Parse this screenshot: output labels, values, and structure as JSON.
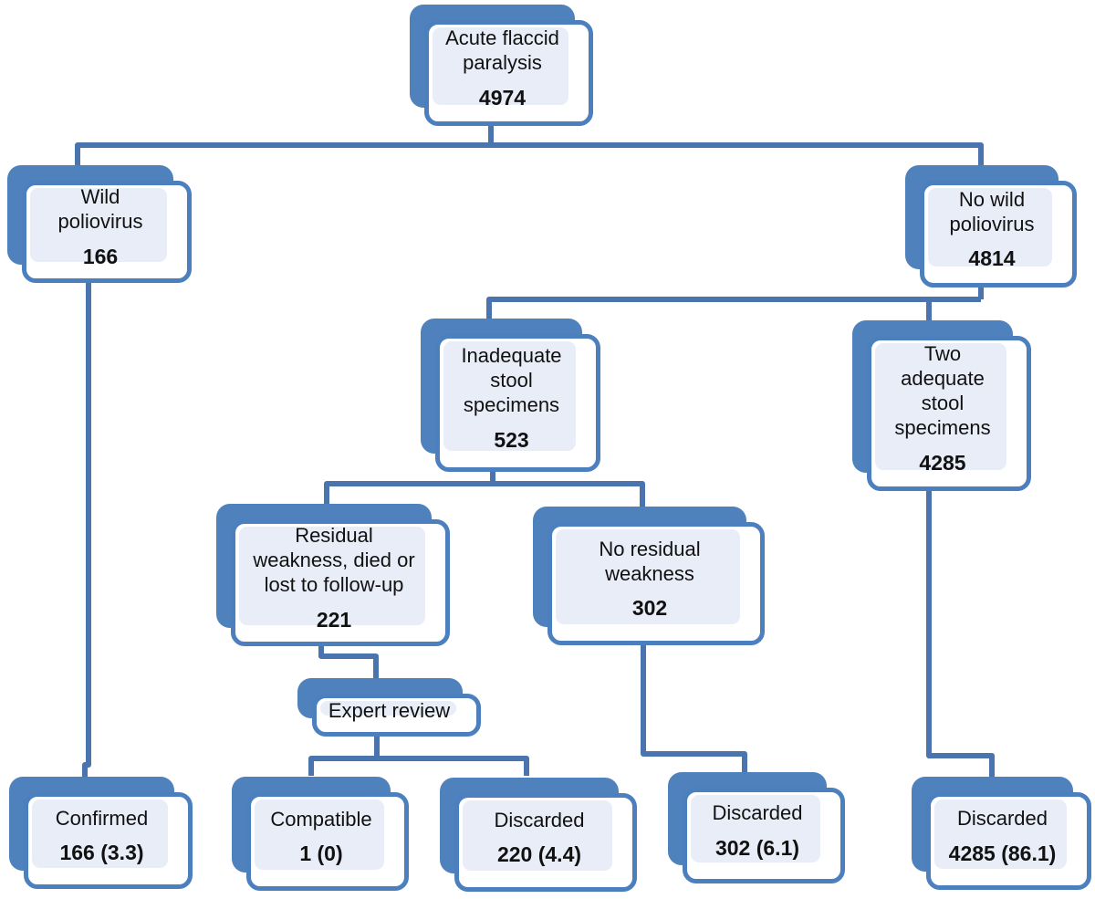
{
  "diagram": {
    "title": "Acute flaccid paralysis case classification flowchart",
    "colors": {
      "shadow": "#4f81bd",
      "border": "#4c7fbe",
      "fill": "#e9edf7",
      "connector": "#4a74ad"
    },
    "nodes": {
      "afp": {
        "label": "Acute flaccid\nparalysis",
        "value": "4974"
      },
      "wild": {
        "label": "Wild\npoliovirus",
        "value": "166"
      },
      "no_wild": {
        "label": "No wild\npoliovirus",
        "value": "4814"
      },
      "inadequate": {
        "label": "Inadequate\nstool\nspecimens",
        "value": "523"
      },
      "two_adequate": {
        "label": "Two\nadequate\nstool\nspecimens",
        "value": "4285"
      },
      "residual": {
        "label": "Residual\nweakness, died or\nlost to follow-up",
        "value": "221"
      },
      "no_residual": {
        "label": "No residual\nweakness",
        "value": "302"
      },
      "expert": {
        "label": "Expert review"
      },
      "confirmed": {
        "label": "Confirmed",
        "value": "166 (3.3)"
      },
      "compatible": {
        "label": "Compatible",
        "value": "1 (0)"
      },
      "discarded_220": {
        "label": "Discarded",
        "value": "220 (4.4)"
      },
      "discarded_302": {
        "label": "Discarded",
        "value": "302 (6.1)"
      },
      "discarded_4285": {
        "label": "Discarded",
        "value": "4285 (86.1)"
      }
    }
  }
}
